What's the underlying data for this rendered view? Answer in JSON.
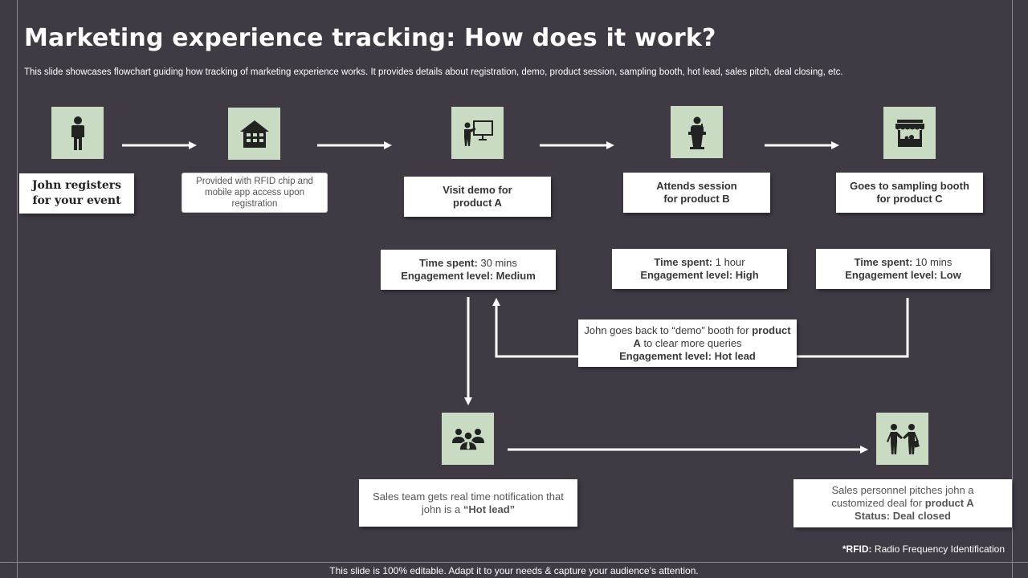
{
  "title": "Marketing experience tracking: How does it work?",
  "subtitle": "This slide showcases flowchart guiding how tracking of marketing experience works. It provides details about registration, demo, product session, sampling booth, hot lead, sales pitch, deal closing, etc.",
  "steps": [
    {
      "icon": "person-icon",
      "lines": [
        "John registers",
        "for your event"
      ]
    },
    {
      "icon": "building-icon",
      "lines": [
        "Provided with RFID chip and",
        "mobile app access upon",
        "registration"
      ]
    },
    {
      "icon": "presentation-icon",
      "lines": [
        "Visit demo for",
        "product A"
      ]
    },
    {
      "icon": "speaker-podium-icon",
      "lines": [
        "Attends session",
        "for product B"
      ]
    },
    {
      "icon": "market-booth-icon",
      "lines": [
        "Goes to sampling booth",
        "for product C"
      ]
    }
  ],
  "metrics": [
    {
      "time_label": "Time spent:",
      "time_value": " 30  mins",
      "engagement_label": "Engagement level: ",
      "engagement_value": "Medium"
    },
    {
      "time_label": "Time spent:",
      "time_value": " 1 hour",
      "engagement_label": "Engagement level: ",
      "engagement_value": "High"
    },
    {
      "time_label": "Time spent:",
      "time_value": " 10  mins",
      "engagement_label": "Engagement level: ",
      "engagement_value": "Low"
    }
  ],
  "loop_note": {
    "line1_prefix": "John goes back to “demo”  booth for ",
    "line1_bold": "product",
    "line2_bold": "A",
    "line2_rest": " to clear more queries",
    "line3": "Engagement level: Hot lead"
  },
  "sales_team": {
    "icon": "team-icon",
    "line1": "Sales team gets real time notification that",
    "line2_prefix": "john is a ",
    "line2_bold": "“Hot lead”"
  },
  "sales_pitch": {
    "icon": "handshake-deal-icon",
    "line1": "Sales personnel  pitches john a",
    "line2_prefix": "customized deal for ",
    "line2_bold": "product A",
    "line3": "Status:  Deal closed"
  },
  "footnote": {
    "label": "*RFID:",
    "text": "  Radio Frequency Identification"
  },
  "bottom_bar": "This slide is 100% editable. Adapt it to your needs & capture your audience’s attention.",
  "colors": {
    "background": "#403a45",
    "icon_bg": "#c9dcc3",
    "card": "#ffffff",
    "connector": "#ffffff"
  }
}
